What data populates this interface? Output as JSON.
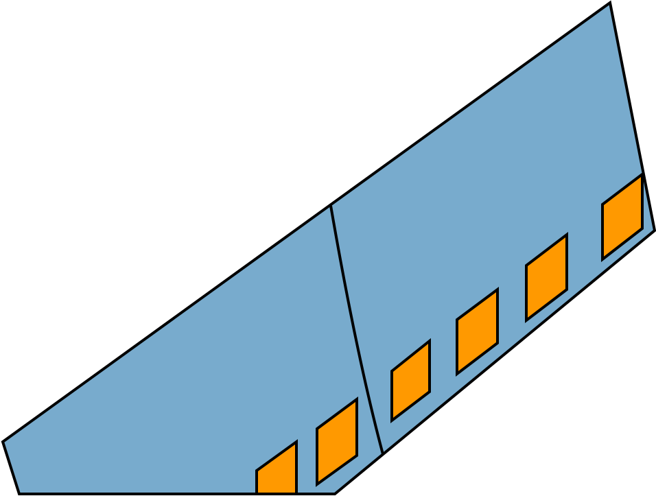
{
  "figure": {
    "panels": 2,
    "shapes_per_panel": [
      2,
      4
    ],
    "colors": {
      "panel_fill": "#78abcd",
      "square_fill": "#ff9900",
      "outline": "#000000",
      "background": "#ffffff"
    }
  }
}
